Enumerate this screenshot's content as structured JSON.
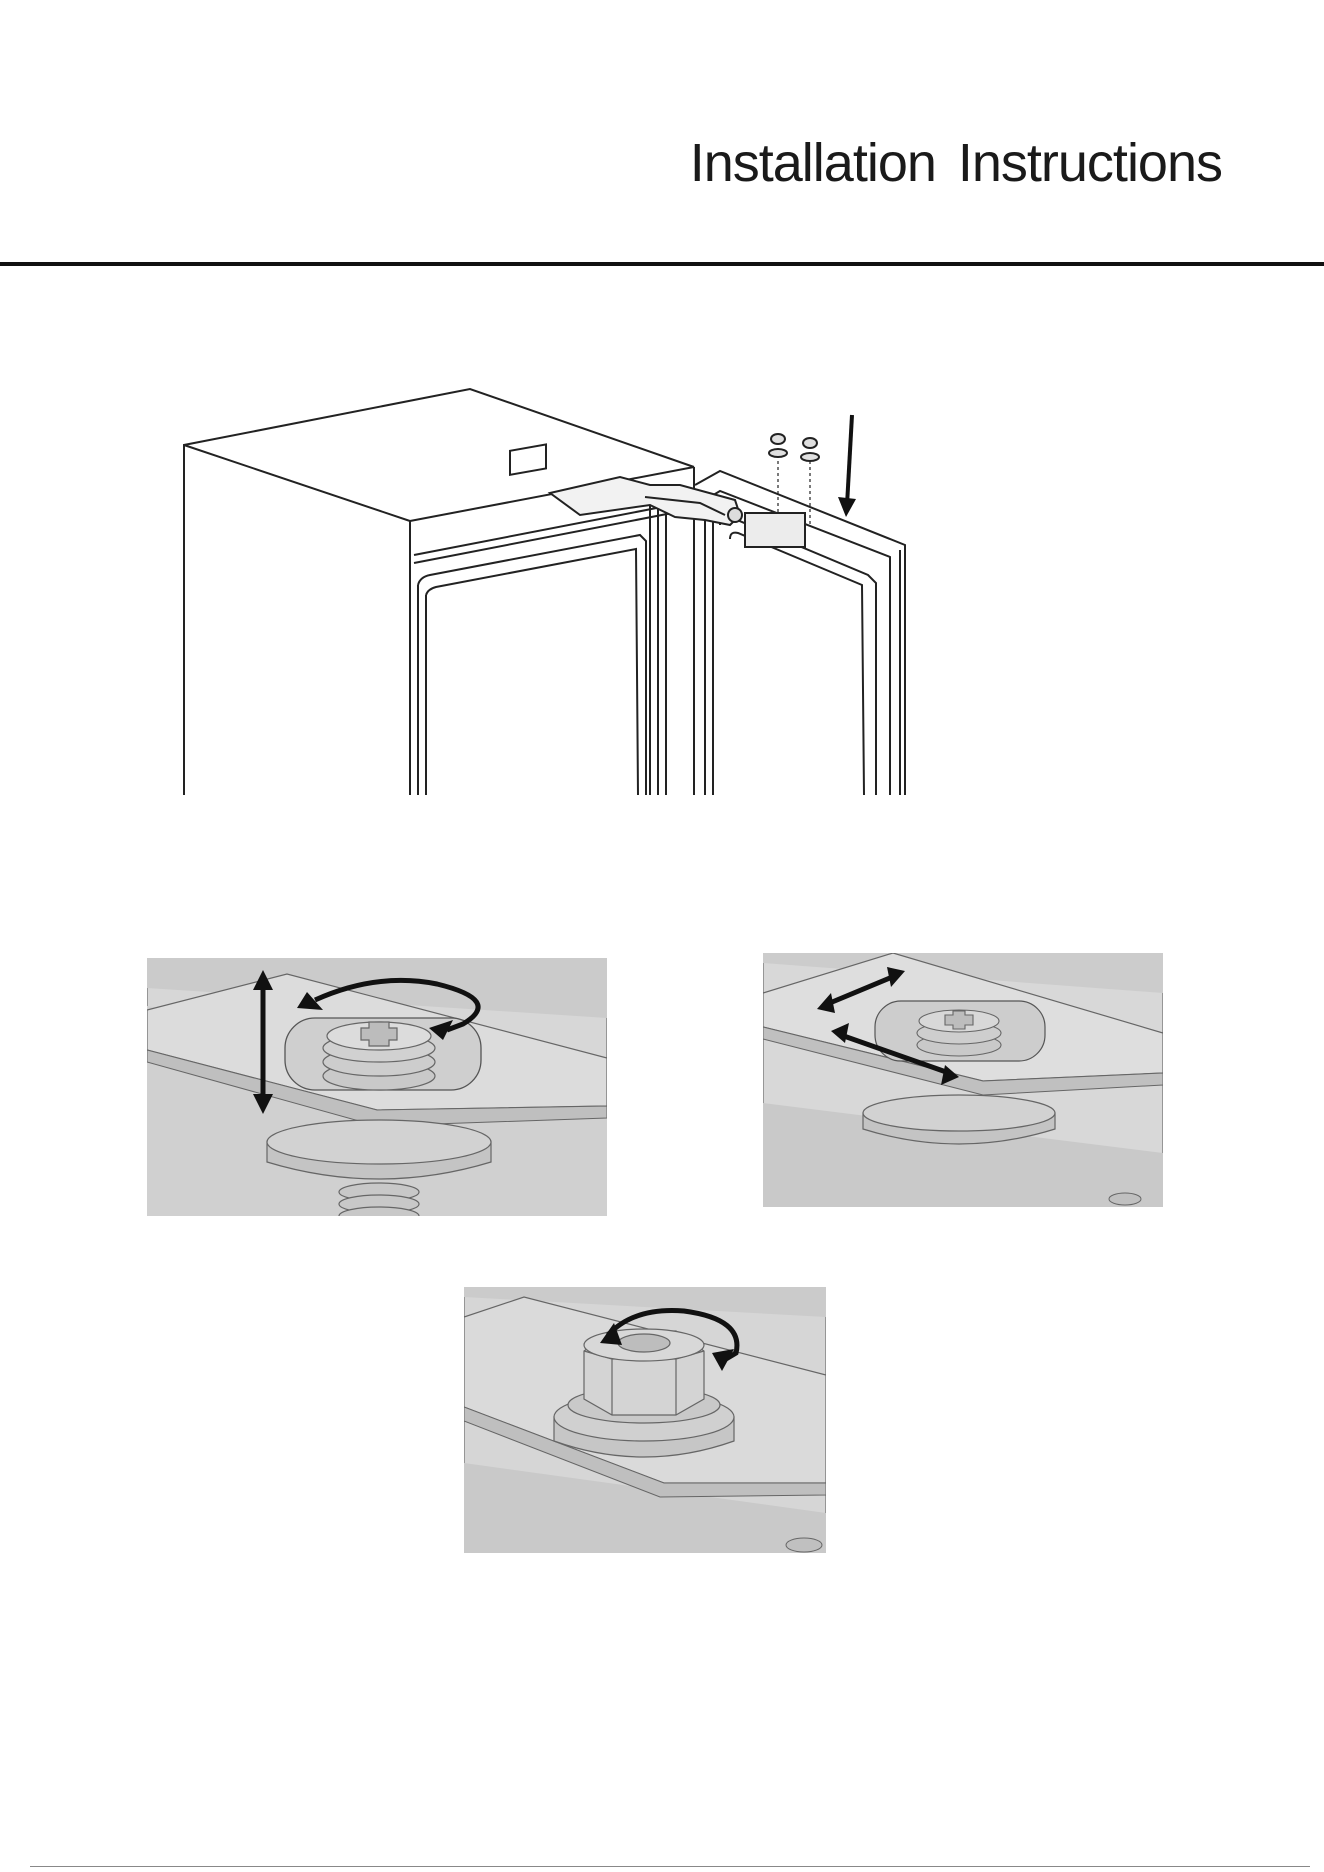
{
  "header": {
    "title": "Installation Instructions"
  },
  "figures": [
    {
      "icon": "cabinet-door-hinge-illustration"
    },
    {
      "icon": "hinge-screw-height-adjustment-illustration"
    },
    {
      "icon": "hinge-screw-lateral-adjustment-illustration"
    },
    {
      "icon": "hinge-lock-nut-tightening-illustration"
    }
  ]
}
